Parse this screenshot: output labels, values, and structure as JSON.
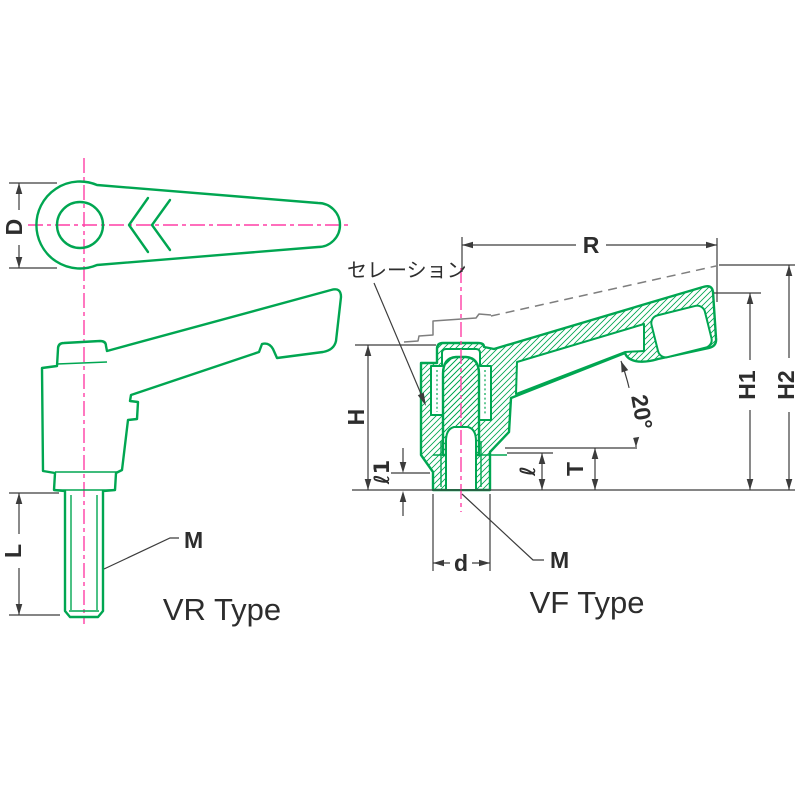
{
  "drawing": {
    "captions": {
      "vr": "VR Type",
      "vf": "VF Type"
    },
    "labels": {
      "diameter": "D",
      "thread_length": "L",
      "vr_thread": "M",
      "serration": "セレーション",
      "reach": "R",
      "height": "H",
      "boss_height": "ℓ1",
      "thread_depth": "ℓ",
      "tap_depth": "T",
      "boss_diameter": "d",
      "vf_thread": "M",
      "release_angle": "20°",
      "height_closed": "H1",
      "height_raised": "H2"
    },
    "colors": {
      "part_outline": "#00A651",
      "centerline": "#FF3FA5",
      "dimension": "#3C3C3C",
      "phantom": "#7E7E7E",
      "background": "#FFFFFF"
    }
  }
}
